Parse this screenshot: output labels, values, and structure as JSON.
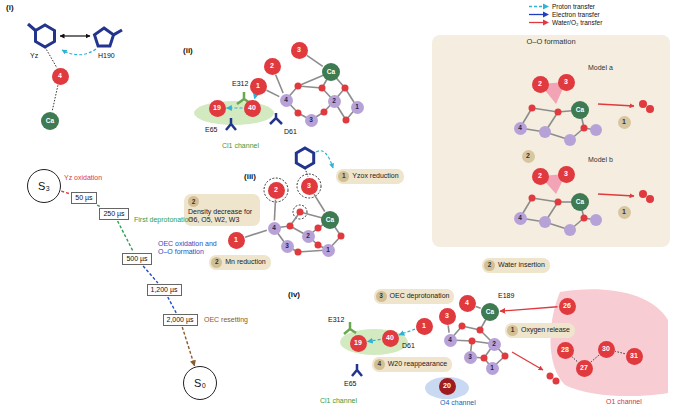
{
  "diagram": {
    "nodes": [
      {
        "text": [
          "S₃"
        ]
      },
      {
        "text": [
          "50 µs"
        ]
      },
      {
        "text": [
          "250 µs"
        ]
      },
      {
        "text": [
          "500 µs"
        ]
      },
      {
        "text": [
          "1,200 µs"
        ]
      },
      {
        "text": [
          "2,000 µs"
        ]
      },
      {
        "text": [
          "S₀"
        ]
      },
      {
        "text": [
          "4"
        ]
      },
      {
        "text": [
          "Ca"
        ]
      },
      {
        "text": [
          "19"
        ]
      },
      {
        "text": [
          "40"
        ]
      },
      {
        "text": [
          "1"
        ]
      },
      {
        "text": [
          "2"
        ]
      },
      {
        "text": [
          "3"
        ]
      },
      {
        "text": [
          "Ca"
        ]
      },
      {
        "text": [
          "4"
        ]
      },
      {
        "text": [
          "3"
        ]
      },
      {
        "text": [
          "2"
        ]
      },
      {
        "text": [
          "1"
        ]
      },
      {
        "text": [
          "O–O formation"
        ]
      },
      {
        "text": [
          "2"
        ],
        "in": 19
      },
      {
        "text": [
          "3"
        ],
        "in": 19
      },
      {
        "text": [
          "Ca"
        ],
        "in": 19
      },
      {
        "text": [
          "4"
        ],
        "in": 19
      },
      {
        "text": [
          "1"
        ],
        "in": 19
      },
      {
        "text": [
          "2"
        ],
        "in": 19
      },
      {
        "text": [
          "3"
        ],
        "in": 19
      },
      {
        "text": [
          "Ca"
        ],
        "in": 19
      },
      {
        "text": [
          "4"
        ],
        "in": 19
      },
      {
        "text": [
          "1"
        ],
        "in": 19
      },
      {
        "text": [
          "2"
        ],
        "in": 19
      },
      {
        "text": [
          "1",
          "Yzox reduction"
        ]
      },
      {
        "text": [
          "2",
          "Density decrease for O6, O5, W2, W3"
        ]
      },
      {
        "text": [
          "2",
          "Mn reduction"
        ]
      },
      {
        "text": [
          "2"
        ]
      },
      {
        "text": [
          "3"
        ]
      },
      {
        "text": [
          "1"
        ]
      },
      {
        "text": [
          "4"
        ]
      },
      {
        "text": [
          "3"
        ]
      },
      {
        "text": [
          "2"
        ]
      },
      {
        "text": [
          "1"
        ]
      },
      {
        "text": [
          "Ca"
        ]
      },
      {
        "text": [
          "2",
          "Water insertion"
        ]
      },
      {
        "text": [
          "3",
          "OEC deprotonation"
        ]
      },
      {
        "text": [
          "1",
          "Oxygen release"
        ]
      },
      {
        "text": [
          "4",
          "W20 reappearance"
        ]
      },
      {
        "text": [
          "19"
        ]
      },
      {
        "text": [
          "40"
        ]
      },
      {
        "text": [
          "1"
        ]
      },
      {
        "text": [
          "3"
        ]
      },
      {
        "text": [
          "4"
        ]
      },
      {
        "text": [
          "Ca"
        ]
      },
      {
        "text": [
          "4"
        ]
      },
      {
        "text": [
          "3"
        ]
      },
      {
        "text": [
          "2"
        ]
      },
      {
        "text": [
          "1"
        ]
      },
      {
        "text": [
          "20"
        ]
      },
      {
        "text": [
          "26"
        ]
      },
      {
        "text": [
          "28"
        ]
      },
      {
        "text": [
          "27"
        ]
      },
      {
        "text": [
          "30"
        ]
      },
      {
        "text": [
          "31"
        ]
      }
    ],
    "edges": [
      {
        "from": 0,
        "to": 1,
        "arrow": "none"
      },
      {
        "from": 1,
        "to": 2,
        "arrow": "none"
      },
      {
        "from": 2,
        "to": 3,
        "arrow": "none"
      },
      {
        "from": 3,
        "to": 4,
        "arrow": "none"
      },
      {
        "from": 4,
        "to": 5,
        "arrow": "none"
      },
      {
        "from": 5,
        "to": 6,
        "arrow": "to"
      },
      {
        "from": 7,
        "to": 8,
        "arrow": "none"
      },
      {
        "from": 11,
        "to": 10,
        "arrow": "to"
      },
      {
        "from": 10,
        "to": 9,
        "arrow": "to"
      },
      {
        "from": 13,
        "to": 14,
        "arrow": "none"
      },
      {
        "from": 12,
        "to": 15,
        "arrow": "none"
      },
      {
        "from": 11,
        "to": 15,
        "arrow": "none"
      },
      {
        "from": 21,
        "to": 22,
        "arrow": "none"
      },
      {
        "from": 20,
        "to": 23,
        "arrow": "none"
      },
      {
        "from": 20,
        "to": 21,
        "arrow": "to"
      },
      {
        "from": 25,
        "to": 26,
        "arrow": "to"
      },
      {
        "from": 26,
        "to": 27,
        "arrow": "none"
      },
      {
        "from": 25,
        "to": 28,
        "arrow": "none"
      },
      {
        "from": 35,
        "to": 41,
        "arrow": "none"
      },
      {
        "from": 34,
        "to": 37,
        "arrow": "none"
      },
      {
        "from": 36,
        "to": 37,
        "arrow": "none"
      },
      {
        "from": 48,
        "to": 47,
        "arrow": "to"
      },
      {
        "from": 47,
        "to": 46,
        "arrow": "to"
      },
      {
        "from": 49,
        "to": 52,
        "arrow": "none"
      },
      {
        "from": 50,
        "to": 51,
        "arrow": "none"
      },
      {
        "from": 57,
        "to": 51,
        "arrow": "to"
      },
      {
        "from": 59,
        "to": 58,
        "arrow": "none"
      },
      {
        "from": 60,
        "to": 59,
        "arrow": "none"
      },
      {
        "from": 61,
        "to": 60,
        "arrow": "none"
      }
    ],
    "labels": [
      "(i)",
      "Yz",
      "H190",
      "(ii)",
      "E312",
      "E65",
      "D61",
      "Cl1 channel",
      "Yz oxidation",
      "First deprotonation",
      "OEC oxidation and O–O formation",
      "OEC resetting",
      "(iii)",
      "Model a",
      "Model b",
      "(iv)",
      "E312",
      "E65",
      "D61",
      "E189",
      "Cl1 channel",
      "O4 channel",
      "O1 channel"
    ],
    "legend": [
      {
        "text": "Proton transfer"
      },
      {
        "text": "Electron transfer"
      },
      {
        "text": "Water/O₂ transfer"
      }
    ]
  }
}
